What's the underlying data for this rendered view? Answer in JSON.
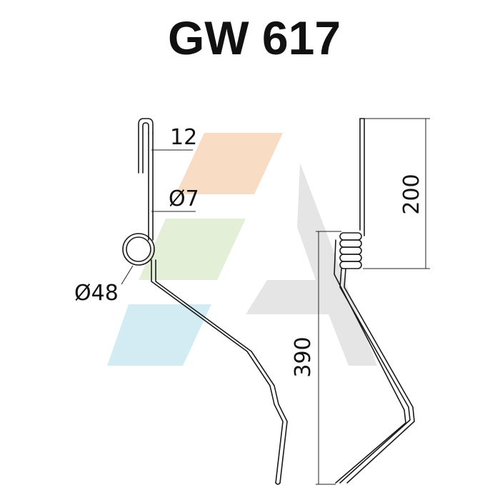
{
  "title": "GW 617",
  "dimensions": {
    "width_12": "12",
    "wire_diameter": "Ø7",
    "coil_diameter": "Ø48",
    "length_200": "200",
    "length_390": "390"
  },
  "watermark": {
    "colors": {
      "orange": "#f9dcc4",
      "green": "#e4efd8",
      "blue": "#d3ecf3",
      "grey": "#e5e5e5"
    }
  },
  "colors": {
    "line": "#1a1a1a",
    "text": "#111111"
  }
}
